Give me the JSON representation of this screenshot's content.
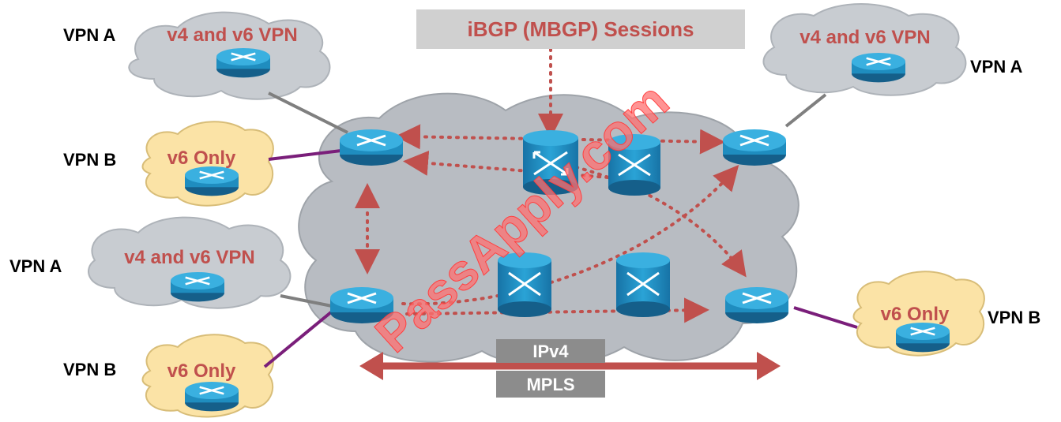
{
  "title_banner": "iBGP (MBGP) Sessions",
  "sites": {
    "top_left": {
      "vpn": "VPN A",
      "cloud": "v4 and v6 VPN"
    },
    "top_right": {
      "vpn": "VPN A",
      "cloud": "v4 and v6 VPN"
    },
    "mid_left": {
      "vpn": "VPN B",
      "cloud": "v6 Only"
    },
    "lower_left": {
      "vpn": "VPN A",
      "cloud": "v4 and v6 VPN"
    },
    "bottom_left": {
      "vpn": "VPN B",
      "cloud": "v6 Only"
    },
    "bottom_right": {
      "vpn": "VPN B",
      "cloud": "v6 Only"
    }
  },
  "transport": {
    "top": "IPv4",
    "bottom": "MPLS"
  },
  "watermark": "PassApply.com",
  "colors": {
    "core_cloud": "#b8bcc2",
    "vpn_ab_cloud": "#c8ccd1",
    "v6_cloud": "#fbe3a6",
    "router": "#1f8dbf",
    "session_dots": "#c0504d",
    "vpn_b_link": "#7a1e7a",
    "vpn_a_link": "#7f7f7f",
    "banner_bg": "#d0d0d0",
    "bar_bg": "#8c8c8c"
  }
}
